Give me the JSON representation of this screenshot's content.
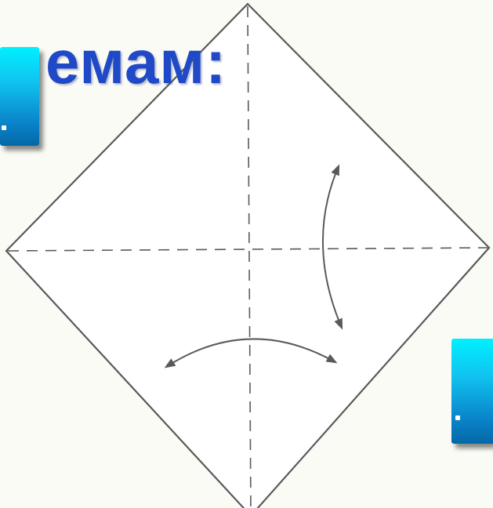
{
  "heading": {
    "text": "емам:"
  },
  "colors": {
    "heading": "#1f49c6",
    "box_top": "#00f0ff",
    "box_bottom": "#0468a6",
    "line": "#5a5a5a"
  },
  "diagram": {
    "shape": "origami-square-on-point",
    "fold_lines": [
      "vertical-dashed",
      "horizontal-dashed"
    ],
    "arrows": [
      "curved-two-way-vertical",
      "curved-two-way-horizontal"
    ]
  }
}
